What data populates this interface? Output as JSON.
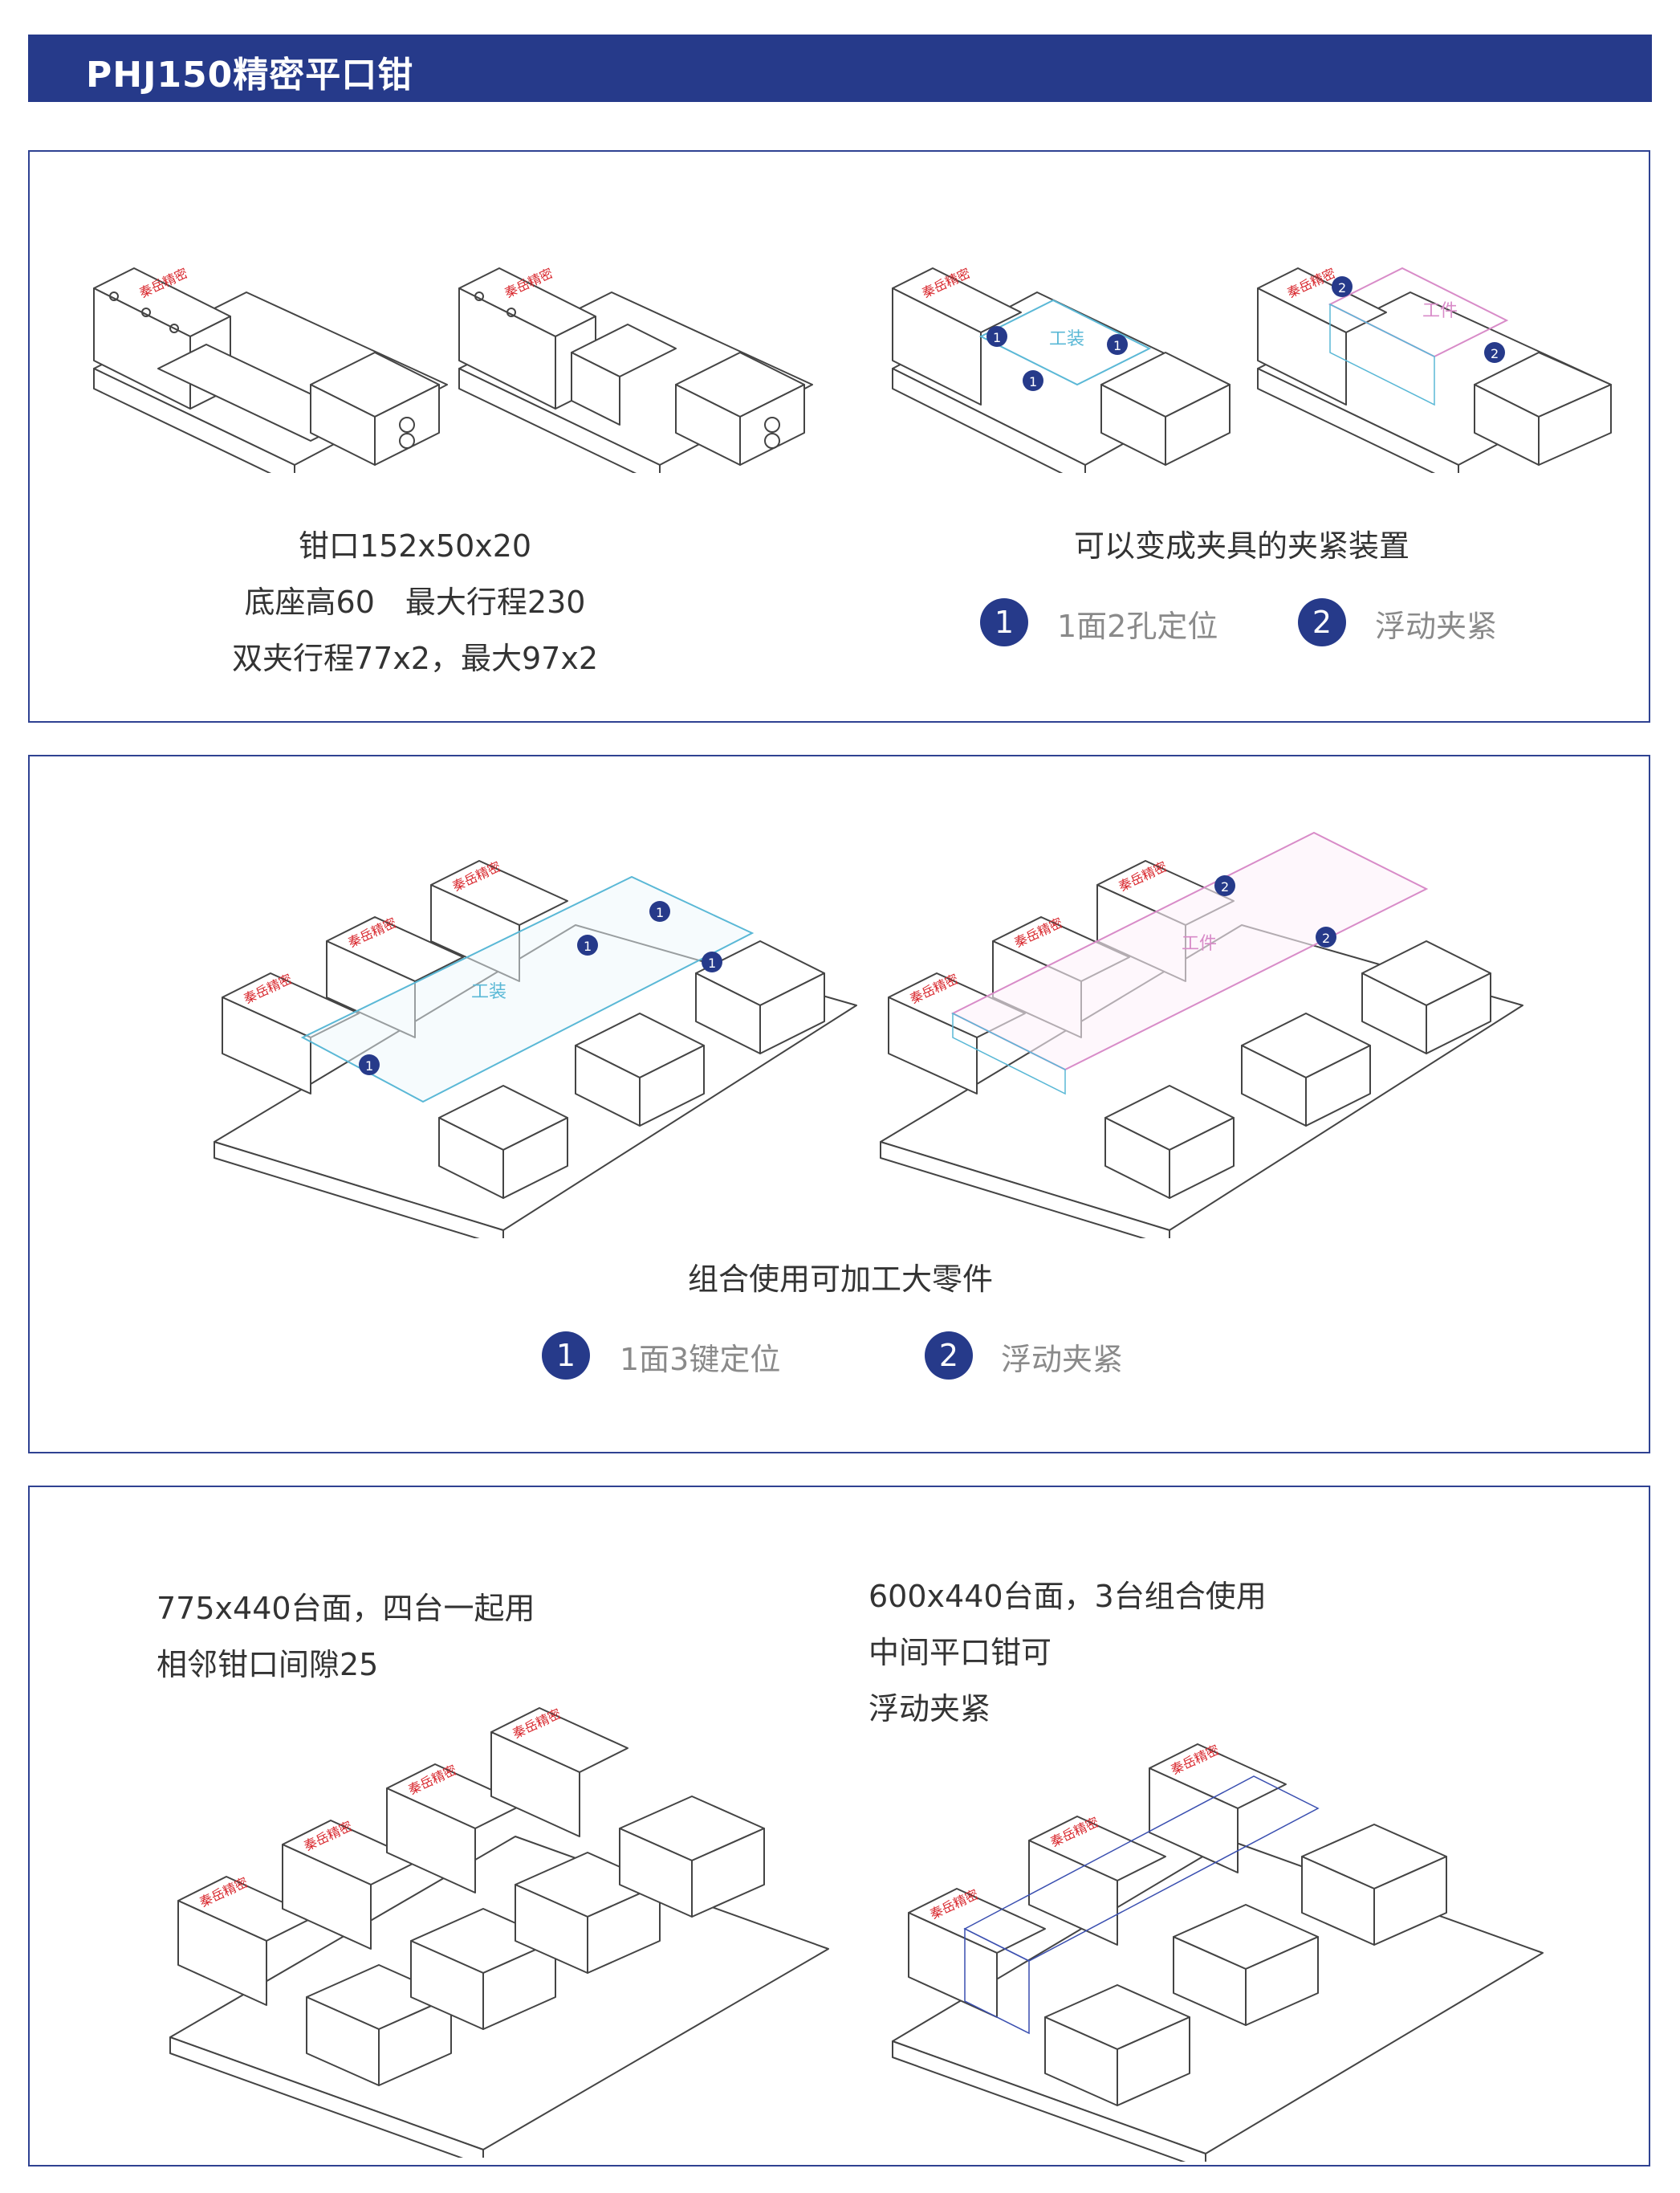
{
  "header": {
    "title": "PHJ150精密平口钳"
  },
  "panel1": {
    "specs": [
      "钳口152x50x20",
      "底座高60　最大行程230",
      "双夹行程77x2，最大97x2"
    ],
    "fixture_title": "可以变成夹具的夹紧装置",
    "legend": [
      {
        "num": "1",
        "label": "1面2孔定位"
      },
      {
        "num": "2",
        "label": "浮动夹紧"
      }
    ],
    "tooling_label": "工装",
    "workpiece_label": "工件"
  },
  "panel2": {
    "title": "组合使用可加工大零件",
    "legend": [
      {
        "num": "1",
        "label": "1面3键定位"
      },
      {
        "num": "2",
        "label": "浮动夹紧"
      }
    ],
    "tooling_label": "工装",
    "workpiece_label": "工件"
  },
  "panel3": {
    "left_lines": [
      "775x440台面，四台一起用",
      "相邻钳口间隙25"
    ],
    "right_lines": [
      "600x440台面，3台组合使用",
      "中间平口钳可",
      "浮动夹紧"
    ]
  },
  "brand_mark": "秦岳精密",
  "colors": {
    "accent": "#263a8a",
    "tooling": "#5ab8d6",
    "workpiece": "#d88bc8",
    "brand": "#d8262c"
  }
}
